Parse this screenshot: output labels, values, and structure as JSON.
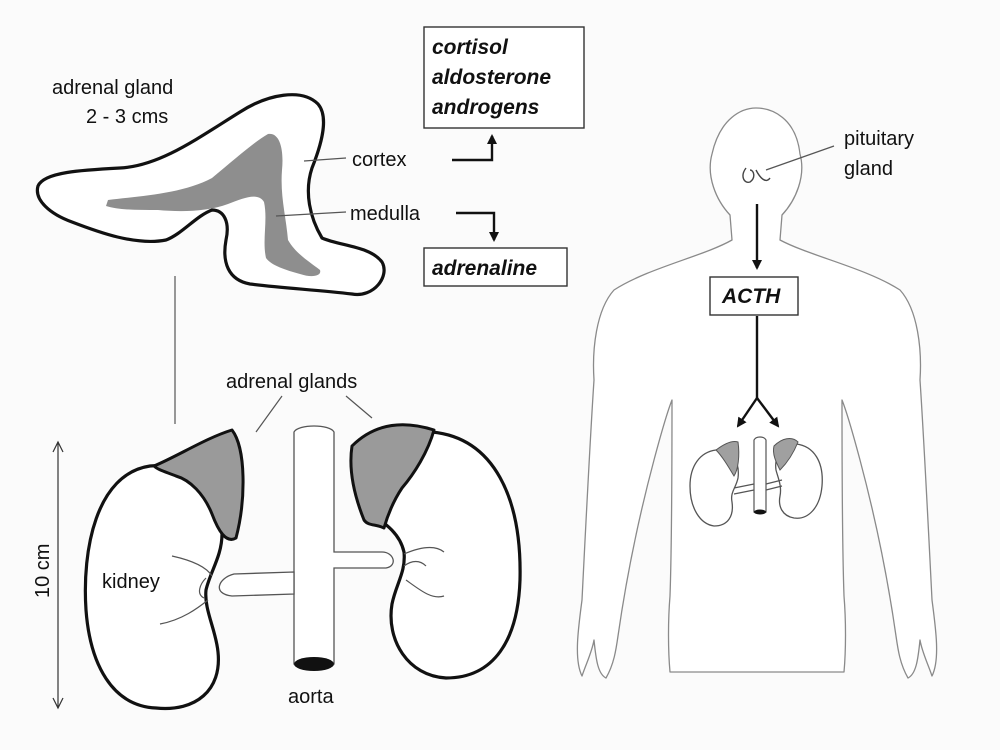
{
  "labels": {
    "adrenal_gland": "adrenal gland",
    "gland_size": "2 - 3 cms",
    "cortex": "cortex",
    "medulla": "medulla",
    "adrenal_glands": "adrenal glands",
    "kidney": "kidney",
    "aorta": "aorta",
    "scale": "10 cm",
    "pituitary_line1": "pituitary",
    "pituitary_line2": "gland"
  },
  "hormones": {
    "cortex_products": [
      "cortisol",
      "aldosterone",
      "androgens"
    ],
    "medulla_product": "adrenaline",
    "pituitary_product": "ACTH"
  },
  "colors": {
    "line": "#111111",
    "gland_gray": "#9a9a9a",
    "body_outline": "#8a8a8a",
    "background": "#fbfbfb"
  }
}
